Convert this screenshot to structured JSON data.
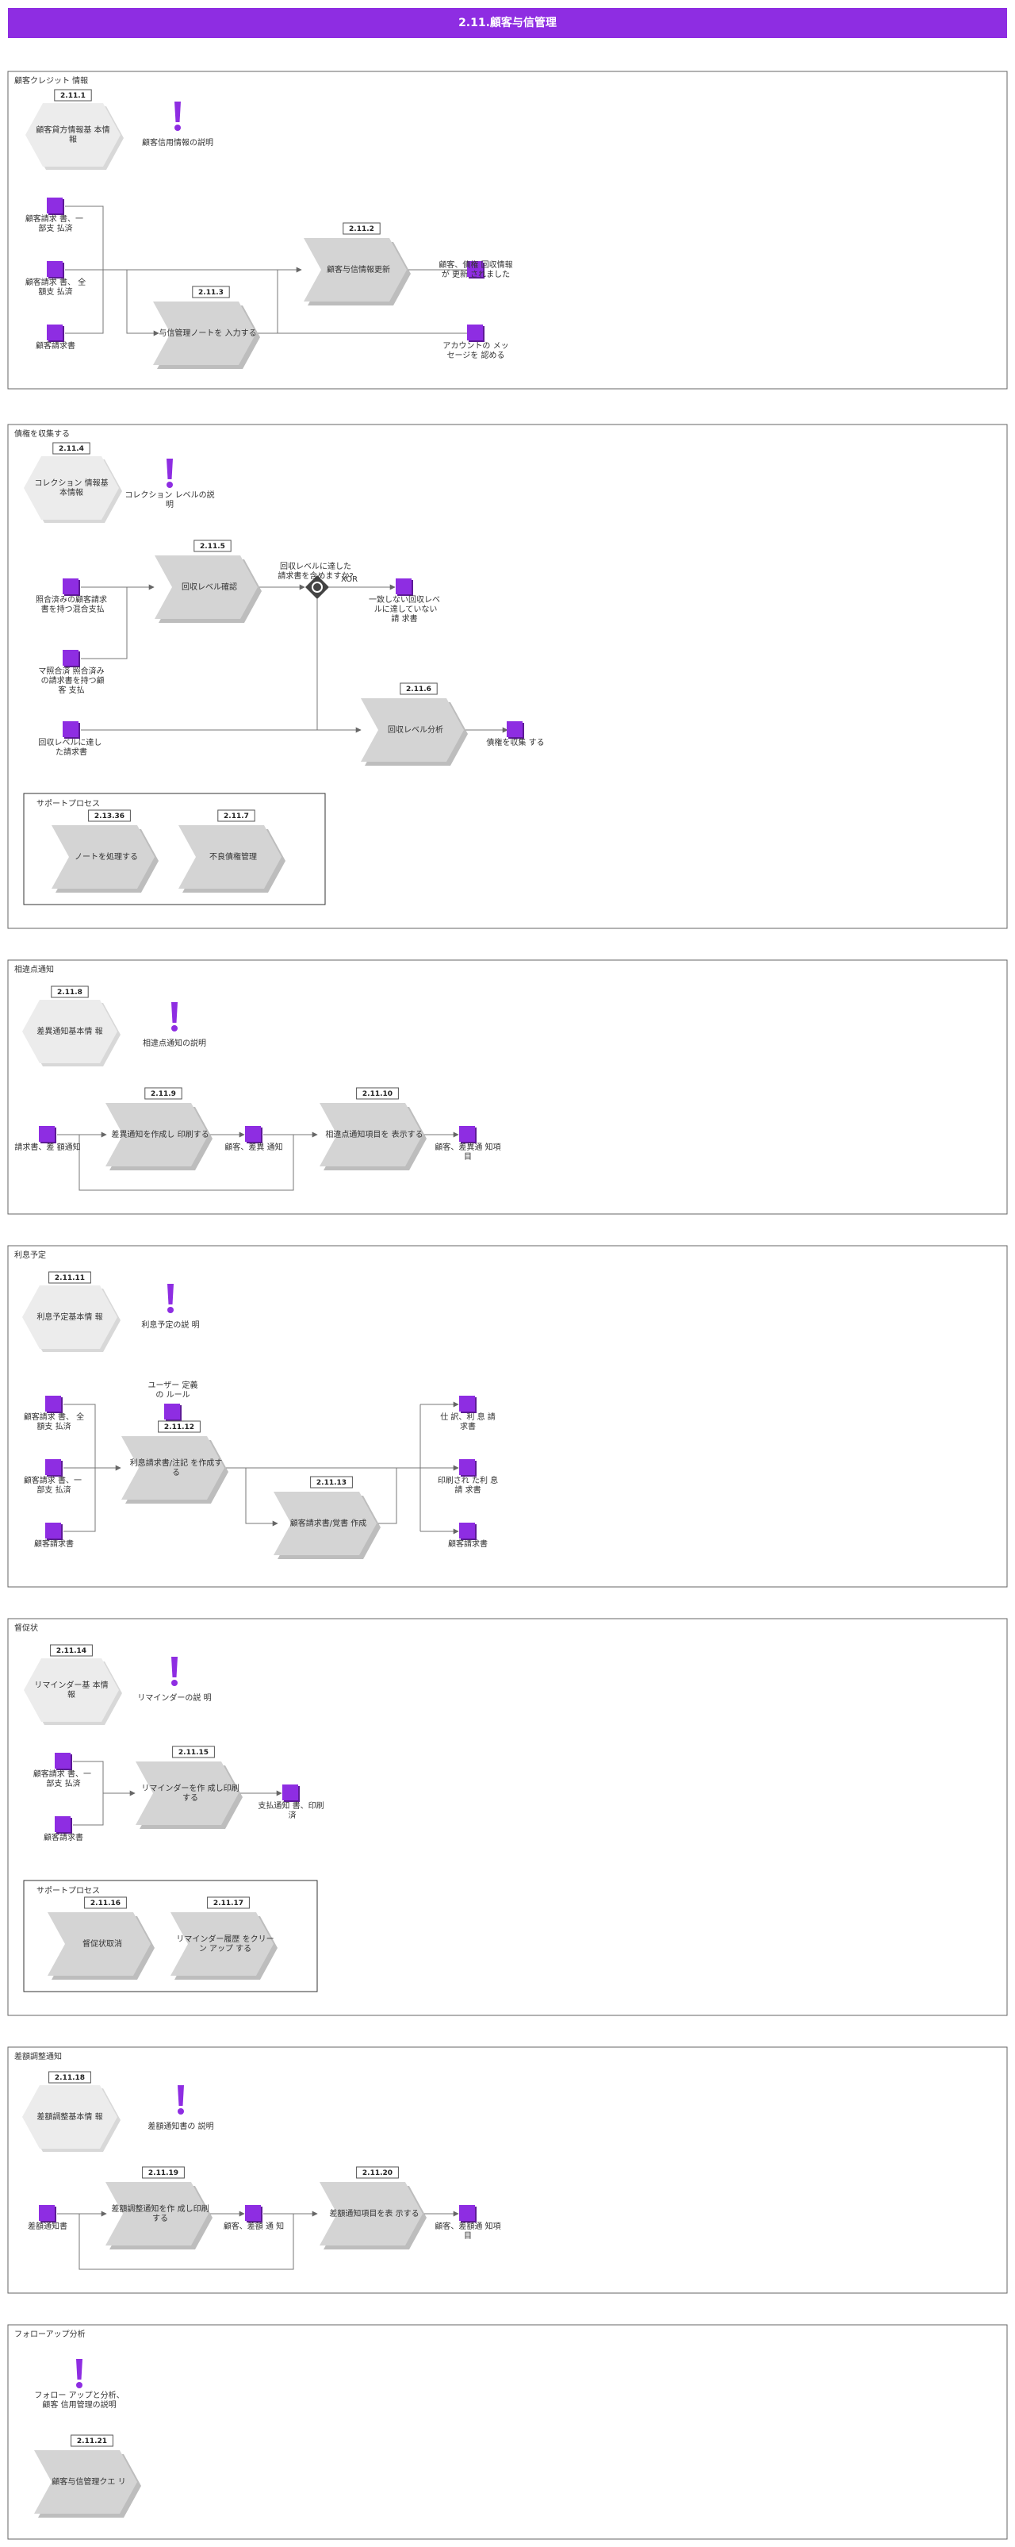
{
  "title": "2.11.顧客与信管理",
  "sections": [
    {
      "title": "顧客クレジット 情報",
      "labels": [
        {
          "id": "2.11.1",
          "text": "顧客貸方情報基 本情報"
        },
        {
          "text": "顧客信用情報の説明"
        },
        {
          "text": "顧客請求 書、一 部支 払済"
        },
        {
          "text": "顧客請求 書、 全額支 払済"
        },
        {
          "text": "顧客請求書"
        },
        {
          "id": "2.11.3",
          "text": "与信管理ノートを 入力する"
        },
        {
          "id": "2.11.2",
          "text": "顧客与信情報更新"
        },
        {
          "text": "顧客、債権 回収情報 が 更新 されました"
        },
        {
          "text": "アカウントの メッセージを 認める"
        }
      ]
    },
    {
      "title": "債権を収集する",
      "labels": [
        {
          "id": "2.11.4",
          "text": "コレクション 情報基本情報"
        },
        {
          "text": "コレクション レベルの説明"
        },
        {
          "id": "2.11.5",
          "text": "回収レベル確認"
        },
        {
          "text": "回収レベルに達した 請求書を含めますか?"
        },
        {
          "text": "照合済みの顧客請求 書を持つ混合支払"
        },
        {
          "text": "マ照合済 照合済み の請求書を持つ顧客 支払"
        },
        {
          "text": "一致しない回収レベ ルに達していない請 求書"
        },
        {
          "text": "回収レベルに達し た請求書"
        },
        {
          "id": "2.11.6",
          "text": "回収レベル分析"
        },
        {
          "text": "債権を収集 する"
        },
        {
          "text": "サポートプロセス"
        },
        {
          "id": "2.13.36",
          "text": "ノートを処理する"
        },
        {
          "id": "2.11.7",
          "text": "不良債権管理"
        },
        {
          "text": "XOR"
        }
      ]
    },
    {
      "title": "相違点通知",
      "labels": [
        {
          "id": "2.11.8",
          "text": "差異通知基本情 報"
        },
        {
          "text": "相違点通知の説明"
        },
        {
          "text": "請求書、差 額通知"
        },
        {
          "id": "2.11.9",
          "text": "差異通知を作成し 印刷する"
        },
        {
          "text": "顧客、差異 通知"
        },
        {
          "id": "2.11.10",
          "text": "相違点通知項目を 表示する"
        },
        {
          "text": "顧客、差異通 知項目"
        }
      ]
    },
    {
      "title": "利息予定",
      "labels": [
        {
          "id": "2.11.11",
          "text": "利息予定基本情 報"
        },
        {
          "text": "利息予定の説 明"
        },
        {
          "text": "ユーザー 定義 の ルール"
        },
        {
          "text": "顧客請求 書、 全額支 払済"
        },
        {
          "text": "顧客請求 書、一 部支 払済"
        },
        {
          "text": "顧客請求書"
        },
        {
          "id": "2.11.12",
          "text": "利息請求書/注記 を作成する"
        },
        {
          "id": "2.11.13",
          "text": "顧客請求書/覚書 作成"
        },
        {
          "text": "仕 訳、利 息 請求書"
        },
        {
          "text": "印刷され た利 息請 求書"
        },
        {
          "text": "顧客請求書"
        }
      ]
    },
    {
      "title": "督促状",
      "labels": [
        {
          "id": "2.11.14",
          "text": "リマインダー基 本情報"
        },
        {
          "text": "リマインダーの説 明"
        },
        {
          "text": "顧客請求 書、一 部支 払済"
        },
        {
          "text": "顧客請求書"
        },
        {
          "id": "2.11.15",
          "text": "リマインダーを作 成し印刷する"
        },
        {
          "text": "支払通知 書、印刷 済"
        },
        {
          "text": "サポートプロセス"
        },
        {
          "id": "2.11.16",
          "text": "督促状取消"
        },
        {
          "id": "2.11.17",
          "text": "リマインダー履歴 をクリーン アップ する"
        }
      ]
    },
    {
      "title": "差額調整通知",
      "labels": [
        {
          "id": "2.11.18",
          "text": "差額調整基本情 報"
        },
        {
          "text": "差額通知書の 説明"
        },
        {
          "text": "差額通知書"
        },
        {
          "id": "2.11.19",
          "text": "差額調整通知を作 成し印刷する"
        },
        {
          "text": "顧客、差額 通 知"
        },
        {
          "id": "2.11.20",
          "text": "差額通知項目を表 示する"
        },
        {
          "text": "顧客、差額通 知項目"
        }
      ]
    },
    {
      "title": "フォローアップ分析",
      "labels": [
        {
          "text": "フォロー アップと分析、顧客 信用管理の説明"
        },
        {
          "id": "2.11.21",
          "text": "顧客与信管理クエ リ"
        }
      ]
    }
  ]
}
